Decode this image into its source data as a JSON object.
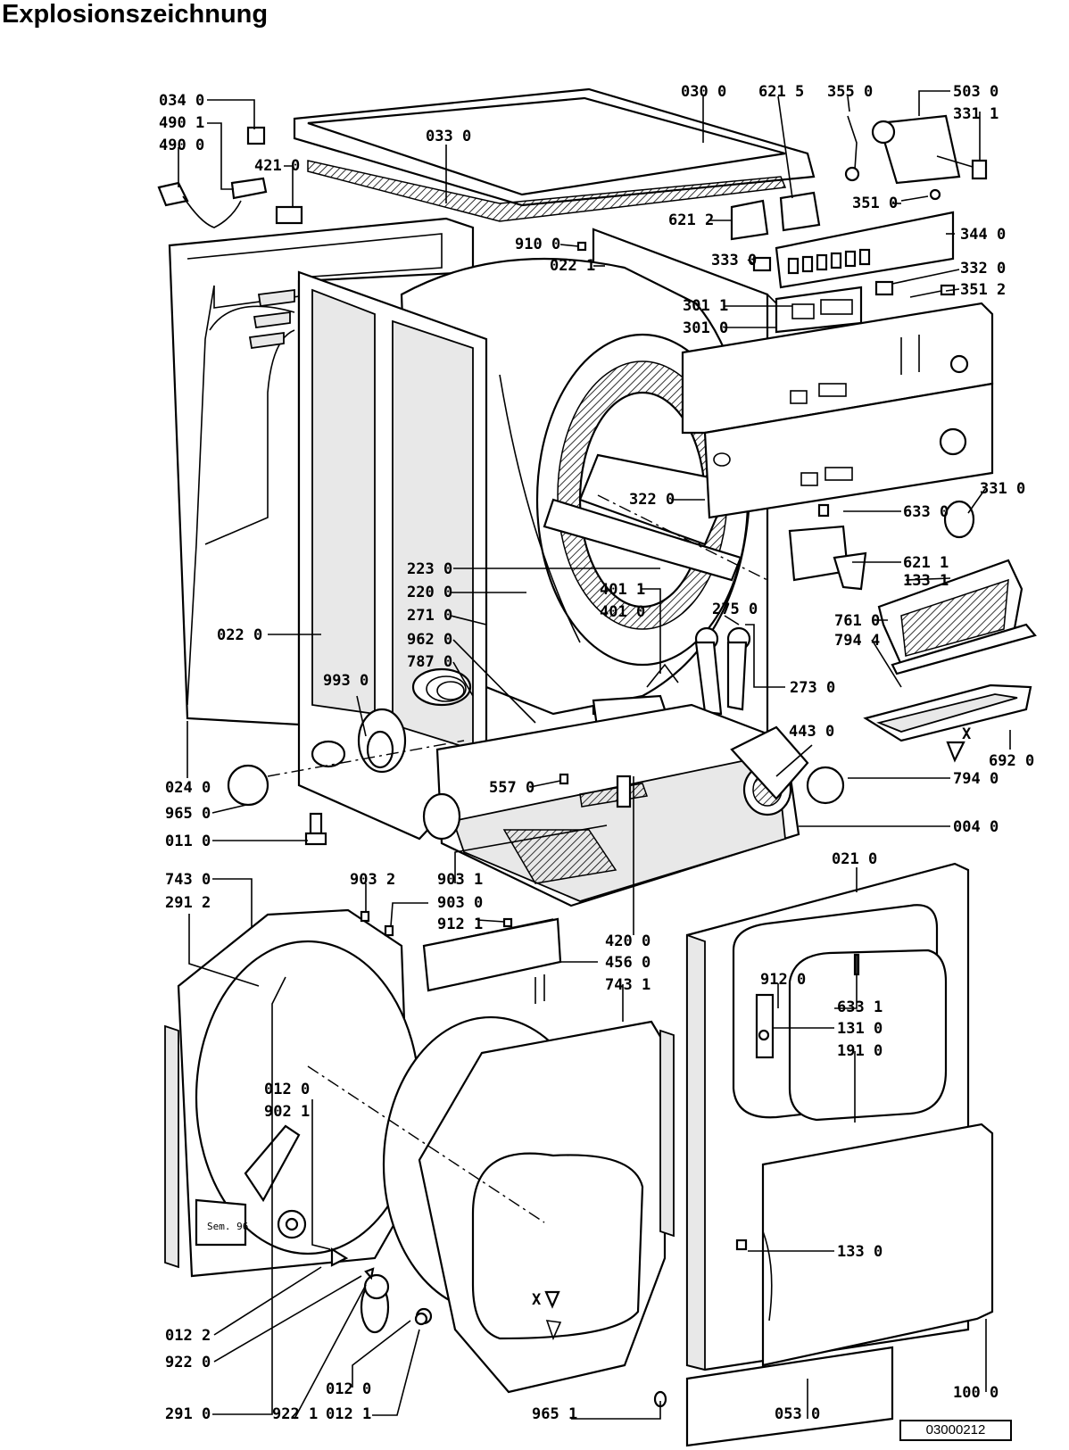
{
  "title": "Explosionszeichnung",
  "document_number": "03000212",
  "part_labels": [
    "034 0",
    "490 1",
    "490 0",
    "421 0",
    "030 0",
    "033 0",
    "621 5",
    "355 0",
    "503 0",
    "331 1",
    "351 0",
    "621 2",
    "910 0",
    "022 1",
    "344 0",
    "333 0",
    "332 0",
    "351 2",
    "301 1",
    "301 0",
    "322 0",
    "331 0",
    "633 0",
    "621 1",
    "133 1",
    "223 0",
    "220 0",
    "271 0",
    "401 1",
    "401 0",
    "275 0",
    "022 0",
    "962 0",
    "787 0",
    "761 0",
    "794 4",
    "993 0",
    "273 0",
    "443 0",
    "692 0",
    "024 0",
    "557 0",
    "794 0",
    "965 0",
    "011 0",
    "004 0",
    "743 0",
    "903 2",
    "903 1",
    "021 0",
    "291 2",
    "903 0",
    "912 1",
    "420 0",
    "456 0",
    "743 1",
    "912 0",
    "633 1",
    "131 0",
    "191 0",
    "012 0",
    "902 1",
    "133 0",
    "012 2",
    "922 0",
    "012 0",
    "100 0",
    "291 0",
    "922 1",
    "012 1",
    "965 1",
    "053 0"
  ],
  "embossed_texts": [
    "Sem. 96"
  ],
  "markers": [
    "X",
    "X"
  ]
}
